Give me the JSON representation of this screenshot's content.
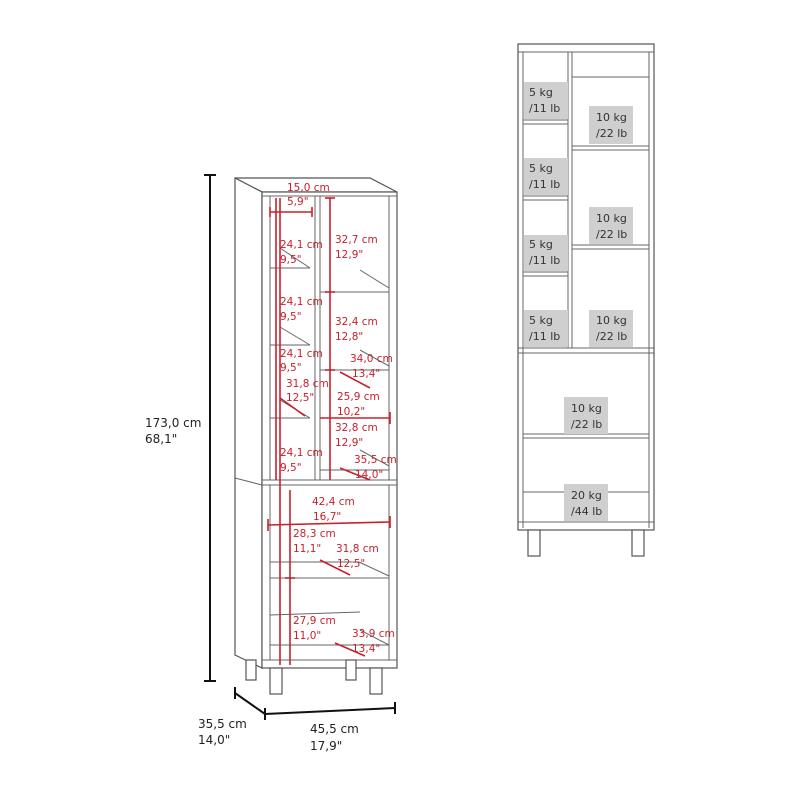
{
  "left_diagram": {
    "overall": {
      "height_cm": "173,0 cm",
      "height_in": "68,1\"",
      "depth_cm": "35,5 cm",
      "depth_in": "14,0\"",
      "width_cm": "45,5 cm",
      "width_in": "17,9\""
    },
    "dims": [
      {
        "cm": "15,0 cm",
        "in": "5,9\""
      },
      {
        "cm": "24,1 cm",
        "in": "9,5\""
      },
      {
        "cm": "32,7 cm",
        "in": "12,9\""
      },
      {
        "cm": "24,1 cm",
        "in": "9,5\""
      },
      {
        "cm": "32,4 cm",
        "in": "12,8\""
      },
      {
        "cm": "24,1 cm",
        "in": "9,5\""
      },
      {
        "cm": "34,0 cm",
        "in": "13,4\""
      },
      {
        "cm": "31,8 cm",
        "in": "12,5\""
      },
      {
        "cm": "25,9 cm",
        "in": "10,2\""
      },
      {
        "cm": "32,8 cm",
        "in": "12,9\""
      },
      {
        "cm": "24,1 cm",
        "in": "9,5\""
      },
      {
        "cm": "35,5 cm",
        "in": "14,0\""
      },
      {
        "cm": "42,4 cm",
        "in": "16,7\""
      },
      {
        "cm": "28,3 cm",
        "in": "11,1\""
      },
      {
        "cm": "31,8 cm",
        "in": "12,5\""
      },
      {
        "cm": "27,9 cm",
        "in": "11,0\""
      },
      {
        "cm": "33,9 cm",
        "in": "13,4\""
      }
    ]
  },
  "right_diagram": {
    "loads": [
      {
        "kg": "5 kg",
        "lb": "/11 lb"
      },
      {
        "kg": "10 kg",
        "lb": "/22 lb"
      },
      {
        "kg": "5 kg",
        "lb": "/11 lb"
      },
      {
        "kg": "10 kg",
        "lb": "/22 lb"
      },
      {
        "kg": "5 kg",
        "lb": "/11 lb"
      },
      {
        "kg": "5 kg",
        "lb": "/11 lb"
      },
      {
        "kg": "10 kg",
        "lb": "/22 lb"
      },
      {
        "kg": "10 kg",
        "lb": "/22 lb"
      },
      {
        "kg": "20 kg",
        "lb": "/44 lb"
      }
    ]
  },
  "colors": {
    "dimension": "#c8202c",
    "label_bg": "#cfcfcf",
    "outline": "#555555"
  }
}
